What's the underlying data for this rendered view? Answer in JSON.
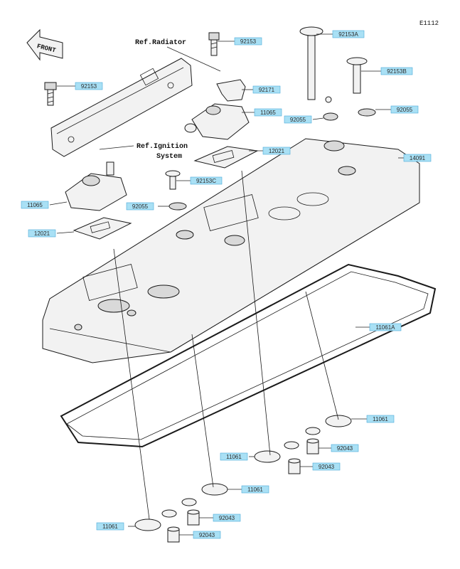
{
  "diagram_code": "E1112",
  "front_label": "FRONT",
  "ref_radiator": "Ref.Radiator",
  "ref_ignition": [
    "Ref.Ignition",
    "System"
  ],
  "colors": {
    "label_fill": "#a9e0f5",
    "label_stroke": "#4aa8d8",
    "line": "#222222"
  },
  "labels": [
    {
      "id": "92153-a",
      "text": "92153"
    },
    {
      "id": "92153A",
      "text": "92153A"
    },
    {
      "id": "92153B",
      "text": "92153B"
    },
    {
      "id": "92153-b",
      "text": "92153"
    },
    {
      "id": "92171",
      "text": "92171"
    },
    {
      "id": "11065-a",
      "text": "11065"
    },
    {
      "id": "92055-a",
      "text": "92055"
    },
    {
      "id": "92055-b",
      "text": "92055"
    },
    {
      "id": "12021-a",
      "text": "12021"
    },
    {
      "id": "14091",
      "text": "14091"
    },
    {
      "id": "92153C",
      "text": "92153C"
    },
    {
      "id": "11065-b",
      "text": "11065"
    },
    {
      "id": "92055-c",
      "text": "92055"
    },
    {
      "id": "12021-b",
      "text": "12021"
    },
    {
      "id": "11061A",
      "text": "11061A"
    },
    {
      "id": "11061-a",
      "text": "11061"
    },
    {
      "id": "11061-b",
      "text": "11061"
    },
    {
      "id": "92043-a",
      "text": "92043"
    },
    {
      "id": "92043-b",
      "text": "92043"
    },
    {
      "id": "11061-c",
      "text": "11061"
    },
    {
      "id": "11061-d",
      "text": "11061"
    },
    {
      "id": "92043-c",
      "text": "92043"
    },
    {
      "id": "92043-d",
      "text": "92043"
    }
  ]
}
